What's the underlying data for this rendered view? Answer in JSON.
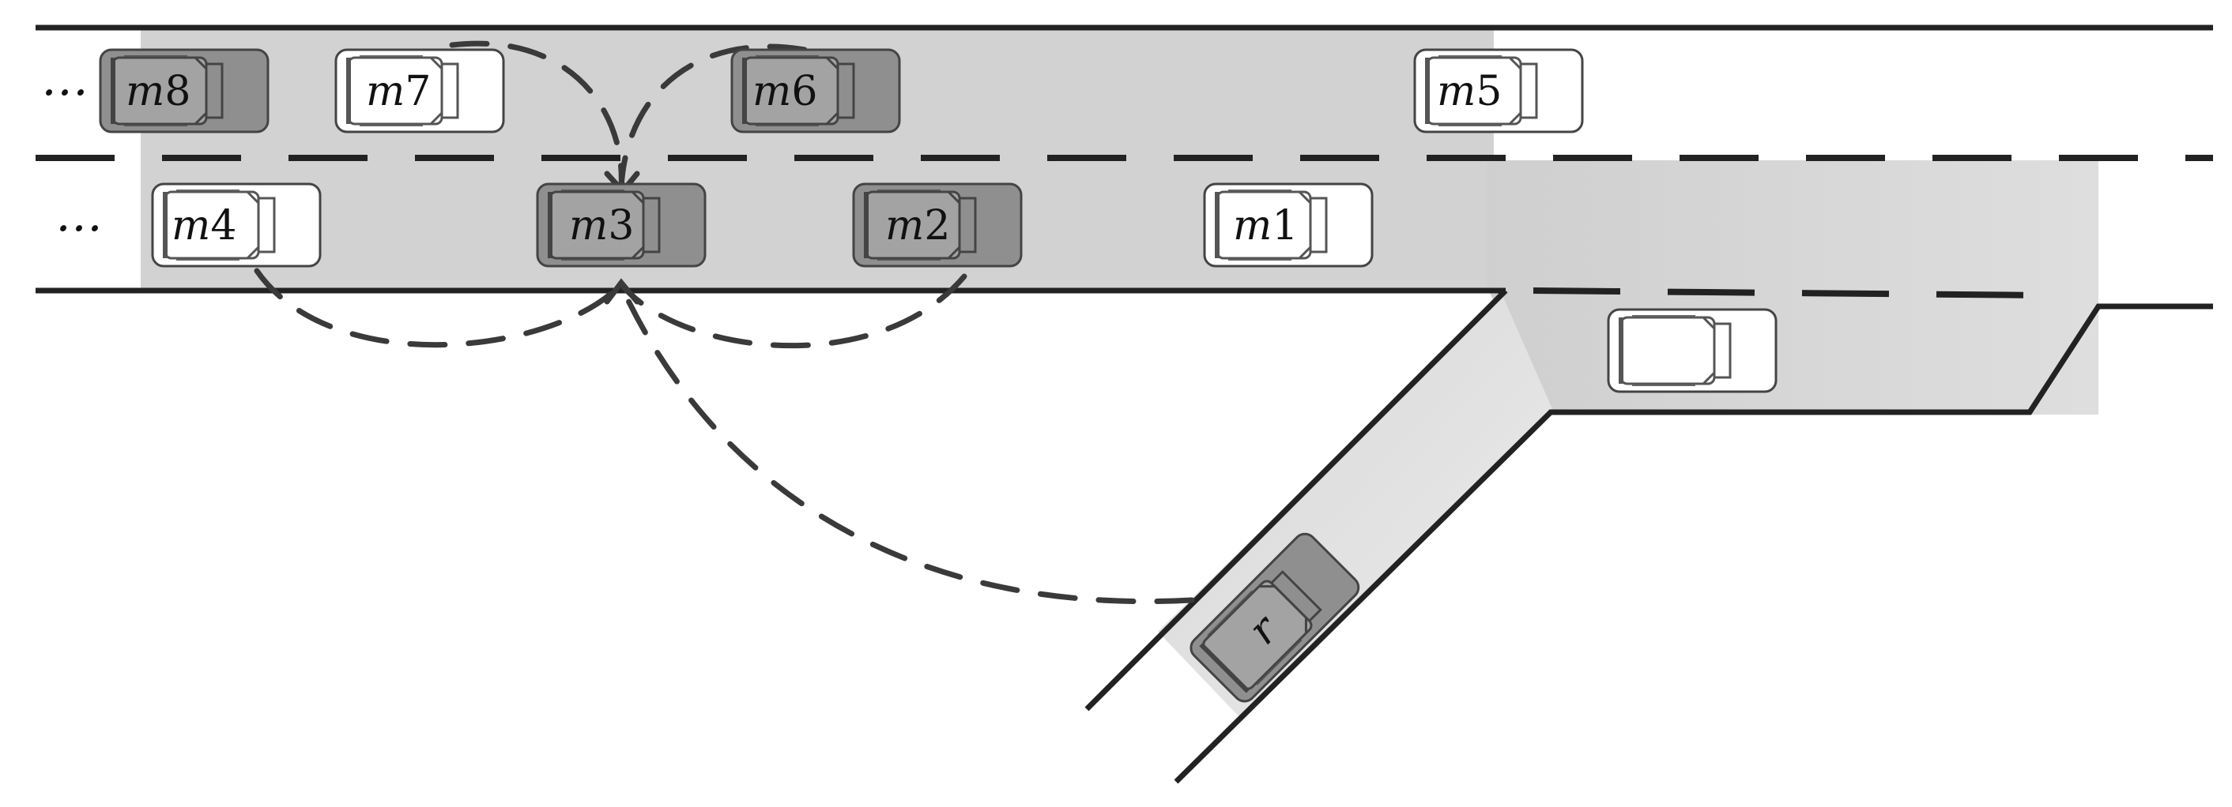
{
  "diagram": {
    "colors": {
      "road_shade": "#d2d2d2",
      "road_shade_light": "#e6e6e6",
      "road_line": "#222222",
      "lane_dash": "#222222",
      "arc": "#3a3a3a",
      "car_gray": "#8f8f8f",
      "car_white": "#ffffff",
      "car_outline": "#444444"
    },
    "ellipses": {
      "upper_lane": "…",
      "lower_lane": "…"
    },
    "vehicles": [
      {
        "id": "m8",
        "letter": "m",
        "number": "8",
        "shade": "gray"
      },
      {
        "id": "m7",
        "letter": "m",
        "number": "7",
        "shade": "white"
      },
      {
        "id": "m6",
        "letter": "m",
        "number": "6",
        "shade": "gray"
      },
      {
        "id": "m5",
        "letter": "m",
        "number": "5",
        "shade": "white"
      },
      {
        "id": "m4",
        "letter": "m",
        "number": "4",
        "shade": "white"
      },
      {
        "id": "m3",
        "letter": "m",
        "number": "3",
        "shade": "gray"
      },
      {
        "id": "m2",
        "letter": "m",
        "number": "2",
        "shade": "gray"
      },
      {
        "id": "m1",
        "letter": "m",
        "number": "1",
        "shade": "white"
      },
      {
        "id": "ramp_car",
        "letter": "",
        "number": "",
        "shade": "white"
      },
      {
        "id": "r",
        "letter": "r",
        "number": "",
        "shade": "gray"
      }
    ],
    "links": [
      {
        "from": "m7",
        "to": "m3"
      },
      {
        "from": "m6",
        "to": "m3"
      },
      {
        "from": "m4",
        "to": "m3"
      },
      {
        "from": "m2",
        "to": "m3"
      },
      {
        "from": "r",
        "to": "m3"
      }
    ]
  }
}
